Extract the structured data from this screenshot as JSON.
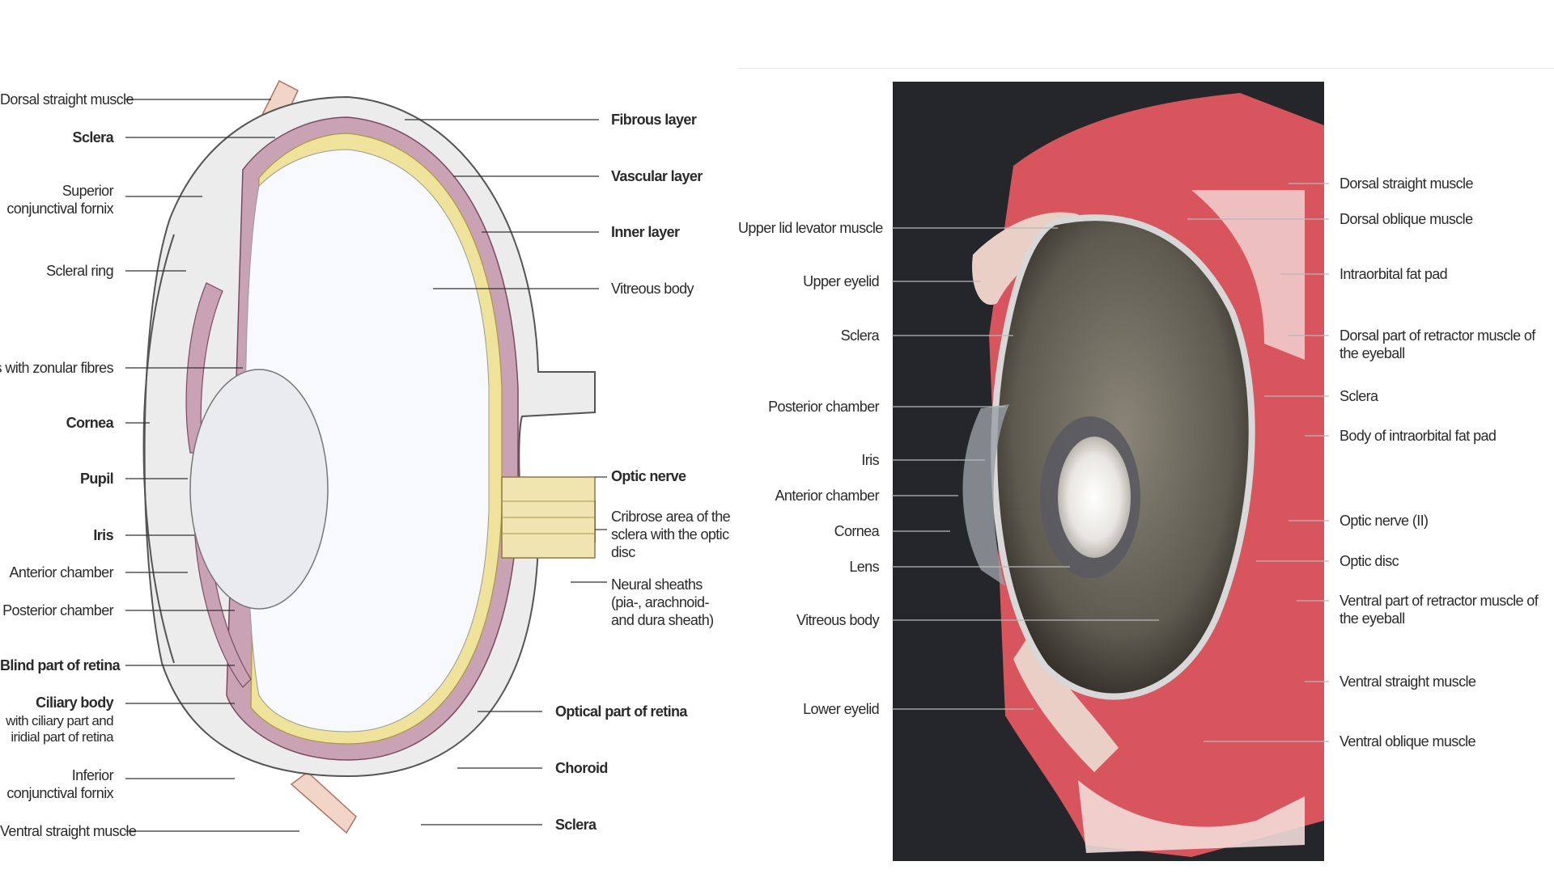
{
  "diagram": {
    "left_labels": [
      {
        "id": "dorsal-straight-muscle",
        "text": "Dorsal straight muscle",
        "bold": false
      },
      {
        "id": "sclera",
        "text": "Sclera",
        "bold": true
      },
      {
        "id": "superior-conjunctival-fornix",
        "text": "Superior conjunctival fornix",
        "bold": false
      },
      {
        "id": "scleral-ring",
        "text": "Scleral ring",
        "bold": false
      },
      {
        "id": "lens-zonular",
        "text": "Lens with zonular fibres",
        "bold": false
      },
      {
        "id": "cornea",
        "text": "Cornea",
        "bold": true
      },
      {
        "id": "pupil",
        "text": "Pupil",
        "bold": true
      },
      {
        "id": "iris",
        "text": "Iris",
        "bold": true
      },
      {
        "id": "anterior-chamber",
        "text": "Anterior chamber",
        "bold": false
      },
      {
        "id": "posterior-chamber",
        "text": "Posterior chamber",
        "bold": false
      },
      {
        "id": "blind-part-retina",
        "text": "Blind part of retina",
        "bold": true
      },
      {
        "id": "ciliary-body",
        "text": "Ciliary body",
        "bold": true,
        "sub": "with ciliary part and iridial part of retina"
      },
      {
        "id": "inferior-conjunctival-fornix",
        "text": "Inferior conjunctival fornix",
        "bold": false
      },
      {
        "id": "ventral-straight-muscle",
        "text": "Ventral straight muscle",
        "bold": false
      }
    ],
    "right_labels": [
      {
        "id": "fibrous-layer",
        "text": "Fibrous layer",
        "bold": true
      },
      {
        "id": "vascular-layer",
        "text": "Vascular layer",
        "bold": true
      },
      {
        "id": "inner-layer",
        "text": "Inner layer",
        "bold": true
      },
      {
        "id": "vitreous-body",
        "text": "Vitreous body",
        "bold": false
      },
      {
        "id": "optic-nerve",
        "text": "Optic nerve",
        "bold": true
      },
      {
        "id": "cribrose-area",
        "text": "Cribrose area of the sclera with the optic disc",
        "bold": false
      },
      {
        "id": "neural-sheaths",
        "text": "Neural sheaths (pia-, arachnoid- and dura sheath)",
        "bold": false
      },
      {
        "id": "optical-part-retina",
        "text": "Optical part of retina",
        "bold": true
      },
      {
        "id": "choroid",
        "text": "Choroid",
        "bold": true
      },
      {
        "id": "sclera-bottom",
        "text": "Sclera",
        "bold": true
      }
    ]
  },
  "photo": {
    "left_labels": [
      {
        "id": "upper-lid-levator",
        "text": "Upper lid levator muscle"
      },
      {
        "id": "upper-eyelid",
        "text": "Upper eyelid"
      },
      {
        "id": "sclera",
        "text": "Sclera"
      },
      {
        "id": "posterior-chamber",
        "text": "Posterior chamber"
      },
      {
        "id": "iris",
        "text": "Iris"
      },
      {
        "id": "anterior-chamber",
        "text": "Anterior chamber"
      },
      {
        "id": "cornea",
        "text": "Cornea"
      },
      {
        "id": "lens",
        "text": "Lens"
      },
      {
        "id": "vitreous-body",
        "text": "Vitreous body"
      },
      {
        "id": "lower-eyelid",
        "text": "Lower eyelid"
      }
    ],
    "right_labels": [
      {
        "id": "dorsal-straight",
        "text": "Dorsal straight muscle"
      },
      {
        "id": "dorsal-oblique",
        "text": "Dorsal oblique muscle"
      },
      {
        "id": "intraorbital-fat-pad",
        "text": "Intraorbital fat pad"
      },
      {
        "id": "dorsal-retractor",
        "text": "Dorsal part of retractor muscle of the eyeball"
      },
      {
        "id": "sclera",
        "text": "Sclera"
      },
      {
        "id": "body-fat-pad",
        "text": "Body of intraorbital fat pad"
      },
      {
        "id": "optic-nerve",
        "text": "Optic nerve (II)"
      },
      {
        "id": "optic-disc",
        "text": "Optic disc"
      },
      {
        "id": "ventral-retractor",
        "text": "Ventral part of retractor muscle of the eyeball"
      },
      {
        "id": "ventral-straight",
        "text": "Ventral straight muscle"
      },
      {
        "id": "ventral-oblique",
        "text": "Ventral oblique muscle"
      }
    ]
  },
  "colors": {
    "sclera_fill": "#ececec",
    "choroid": "#c9a3b4",
    "retina": "#efe29a",
    "vitreous": "#f7f9fc",
    "lens": "#e9ebee",
    "photo_bg": "#25262a",
    "tissue": "#d9555e"
  }
}
